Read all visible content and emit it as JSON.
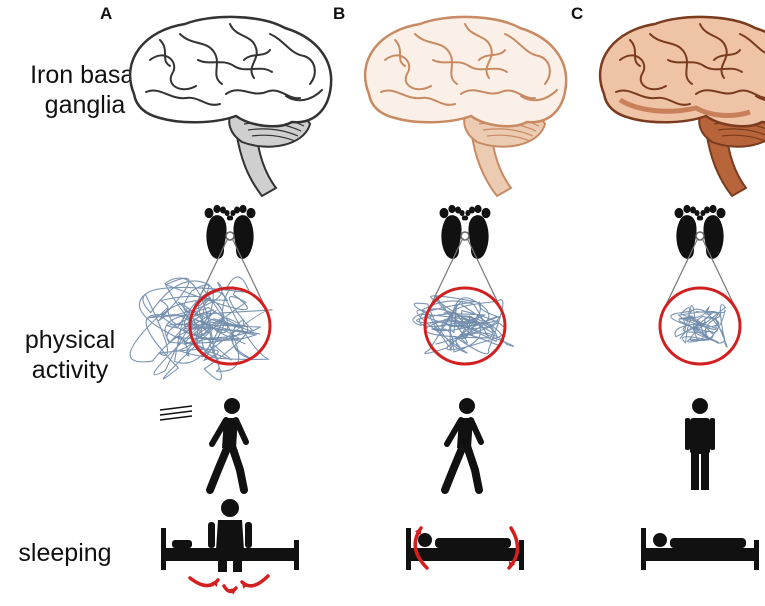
{
  "columns": [
    {
      "label": "A",
      "brain_fill": "#ffffff",
      "brain_stroke": "#333333",
      "brain_shade": "#cfcfcf",
      "movement_level": 1.0,
      "posture": "walking-fast",
      "sleep": "sitting-up-restless"
    },
    {
      "label": "B",
      "brain_fill": "#fbf0e7",
      "brain_stroke": "#c88a62",
      "brain_shade": "#eccbb3",
      "movement_level": 0.55,
      "posture": "walking",
      "sleep": "lying-restless"
    },
    {
      "label": "C",
      "brain_fill": "#efc3a6",
      "brain_stroke": "#7a3b1e",
      "brain_shade": "#b8643b",
      "movement_level": 0.2,
      "posture": "standing",
      "sleep": "lying-still"
    }
  ],
  "rows": {
    "iron": "Iron basal ganglia",
    "physical_activity": "physical activity",
    "sleeping": "sleeping"
  },
  "colors": {
    "circle": "#d21f1f",
    "scribble": "#6b88a8",
    "icon": "#111111",
    "arrow": "#d21f1f"
  },
  "icons": {
    "brain": "brain-icon",
    "feet": "footprints-icon",
    "person": "person-icon",
    "bed": "bed-icon"
  }
}
